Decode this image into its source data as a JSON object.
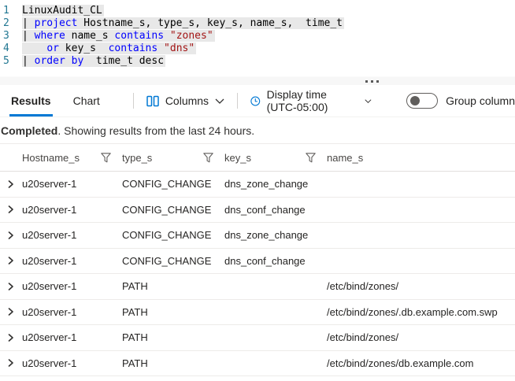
{
  "editor": {
    "lines": [
      {
        "num": "1",
        "tokens": [
          {
            "text": "LinuxAudit_CL",
            "type": "plain"
          }
        ]
      },
      {
        "num": "2",
        "tokens": [
          {
            "text": "| ",
            "type": "plain"
          },
          {
            "text": "project",
            "type": "keyword"
          },
          {
            "text": " Hostname_s, type_s, key_s, name_s,  time_t",
            "type": "plain"
          }
        ]
      },
      {
        "num": "3",
        "tokens": [
          {
            "text": "| ",
            "type": "plain"
          },
          {
            "text": "where",
            "type": "keyword"
          },
          {
            "text": " name_s ",
            "type": "plain"
          },
          {
            "text": "contains",
            "type": "keyword"
          },
          {
            "text": " ",
            "type": "plain"
          },
          {
            "text": "\"zones\"",
            "type": "string"
          }
        ]
      },
      {
        "num": "4",
        "tokens": [
          {
            "text": "    ",
            "type": "plain"
          },
          {
            "text": "or",
            "type": "keyword"
          },
          {
            "text": " key_s  ",
            "type": "plain"
          },
          {
            "text": "contains",
            "type": "keyword"
          },
          {
            "text": " ",
            "type": "plain"
          },
          {
            "text": "\"dns\"",
            "type": "string"
          }
        ]
      },
      {
        "num": "5",
        "tokens": [
          {
            "text": "| ",
            "type": "plain"
          },
          {
            "text": "order by",
            "type": "keyword"
          },
          {
            "text": "  time_t desc",
            "type": "plain"
          }
        ]
      }
    ],
    "syntax_colors": {
      "keyword": "#0000ff",
      "string": "#a31515",
      "plain": "#000000",
      "line_number": "#237893",
      "selection_bg": "#e8e8e8"
    }
  },
  "toolbar": {
    "tabs": [
      {
        "label": "Results",
        "active": true
      },
      {
        "label": "Chart",
        "active": false
      }
    ],
    "columns_label": "Columns",
    "display_time_label": "Display time (UTC-05:00)",
    "group_columns_label": "Group column",
    "group_columns_toggle_on": false,
    "accent_color": "#0078d4",
    "icons": [
      "columns-icon",
      "chevron-down-icon",
      "clock-icon",
      "toggle-switch"
    ]
  },
  "status": {
    "completed": "Completed",
    "message": ". Showing results from the last 24 hours."
  },
  "table": {
    "columns": [
      {
        "label": "Hostname_s",
        "filter_icon": true
      },
      {
        "label": "type_s",
        "filter_icon": true
      },
      {
        "label": "key_s",
        "filter_icon": true
      },
      {
        "label": "name_s",
        "filter_icon": false
      }
    ],
    "rows": [
      {
        "Hostname_s": "u20server-1",
        "type_s": "CONFIG_CHANGE",
        "key_s": "dns_zone_change",
        "name_s": ""
      },
      {
        "Hostname_s": "u20server-1",
        "type_s": "CONFIG_CHANGE",
        "key_s": "dns_conf_change",
        "name_s": ""
      },
      {
        "Hostname_s": "u20server-1",
        "type_s": "CONFIG_CHANGE",
        "key_s": "dns_zone_change",
        "name_s": ""
      },
      {
        "Hostname_s": "u20server-1",
        "type_s": "CONFIG_CHANGE",
        "key_s": "dns_conf_change",
        "name_s": ""
      },
      {
        "Hostname_s": "u20server-1",
        "type_s": "PATH",
        "key_s": "",
        "name_s": "/etc/bind/zones/"
      },
      {
        "Hostname_s": "u20server-1",
        "type_s": "PATH",
        "key_s": "",
        "name_s": "/etc/bind/zones/.db.example.com.swp"
      },
      {
        "Hostname_s": "u20server-1",
        "type_s": "PATH",
        "key_s": "",
        "name_s": "/etc/bind/zones/"
      },
      {
        "Hostname_s": "u20server-1",
        "type_s": "PATH",
        "key_s": "",
        "name_s": "/etc/bind/zones/db.example.com"
      }
    ]
  }
}
